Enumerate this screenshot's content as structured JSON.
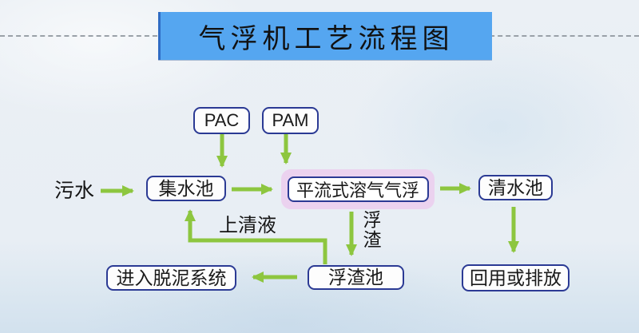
{
  "title": "气浮机工艺流程图",
  "nodes": {
    "pac": "PAC",
    "pam": "PAM",
    "sewage": "污水",
    "collection_tank": "集水池",
    "daf": "平流式溶气气浮",
    "clean_water_tank": "清水池",
    "desludge_system": "进入脱泥系统",
    "scum_tank": "浮渣池",
    "reuse_or_discharge": "回用或排放"
  },
  "edge_labels": {
    "supernatant": "上清液",
    "scum": "浮渣"
  },
  "colors": {
    "title_bg": "#55a6f0",
    "title_text": "#111111",
    "box_border": "#2b3a94",
    "box_bg": "#fdfdfd",
    "arrow_green": "#8dc63f",
    "daf_highlight": "#ebd2ef",
    "background": "#e8eef4",
    "dashed_rule": "#9aa1a8"
  }
}
